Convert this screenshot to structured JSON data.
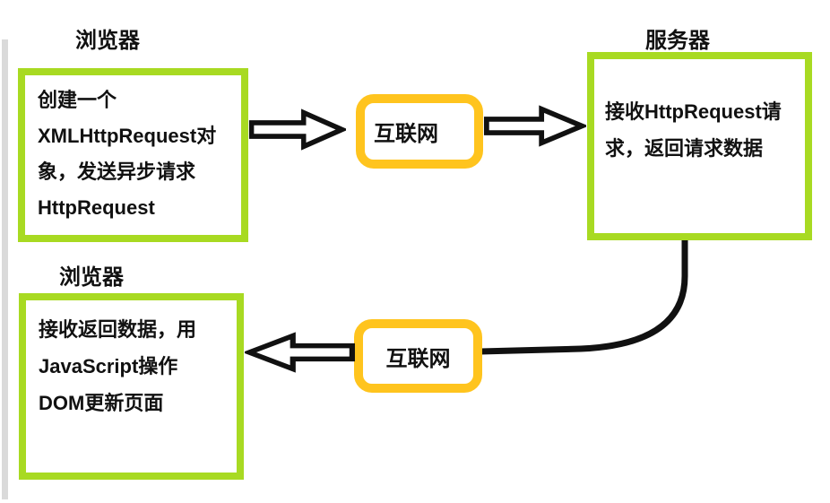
{
  "diagram": {
    "nodes": {
      "browser_top": {
        "label": "浏览器",
        "text": "创建一个\nXMLHttpRequest对\n象，发送异步请求\nHttpRequest"
      },
      "internet_top": {
        "label": "互联网"
      },
      "server": {
        "label": "服务器",
        "text": "接收HttpRequest请\n求，返回请求数据"
      },
      "internet_bottom": {
        "label": "互联网"
      },
      "browser_bottom": {
        "label": "浏览器",
        "text": "接收返回数据，用\nJavaScript操作\nDOM更新页面"
      }
    },
    "icons": {
      "arrow_request_1": "right-block-arrow-icon",
      "arrow_request_2": "right-block-arrow-icon",
      "arrow_response": "left-block-arrow-icon",
      "connector": "server-to-internet-curved-line"
    },
    "colors": {
      "node_border_green": "#a8da22",
      "internet_border_orange": "#ffc41e",
      "arrow_black": "#111111",
      "background": "#ffffff",
      "edge_artifact_grey": "#dadada"
    }
  }
}
